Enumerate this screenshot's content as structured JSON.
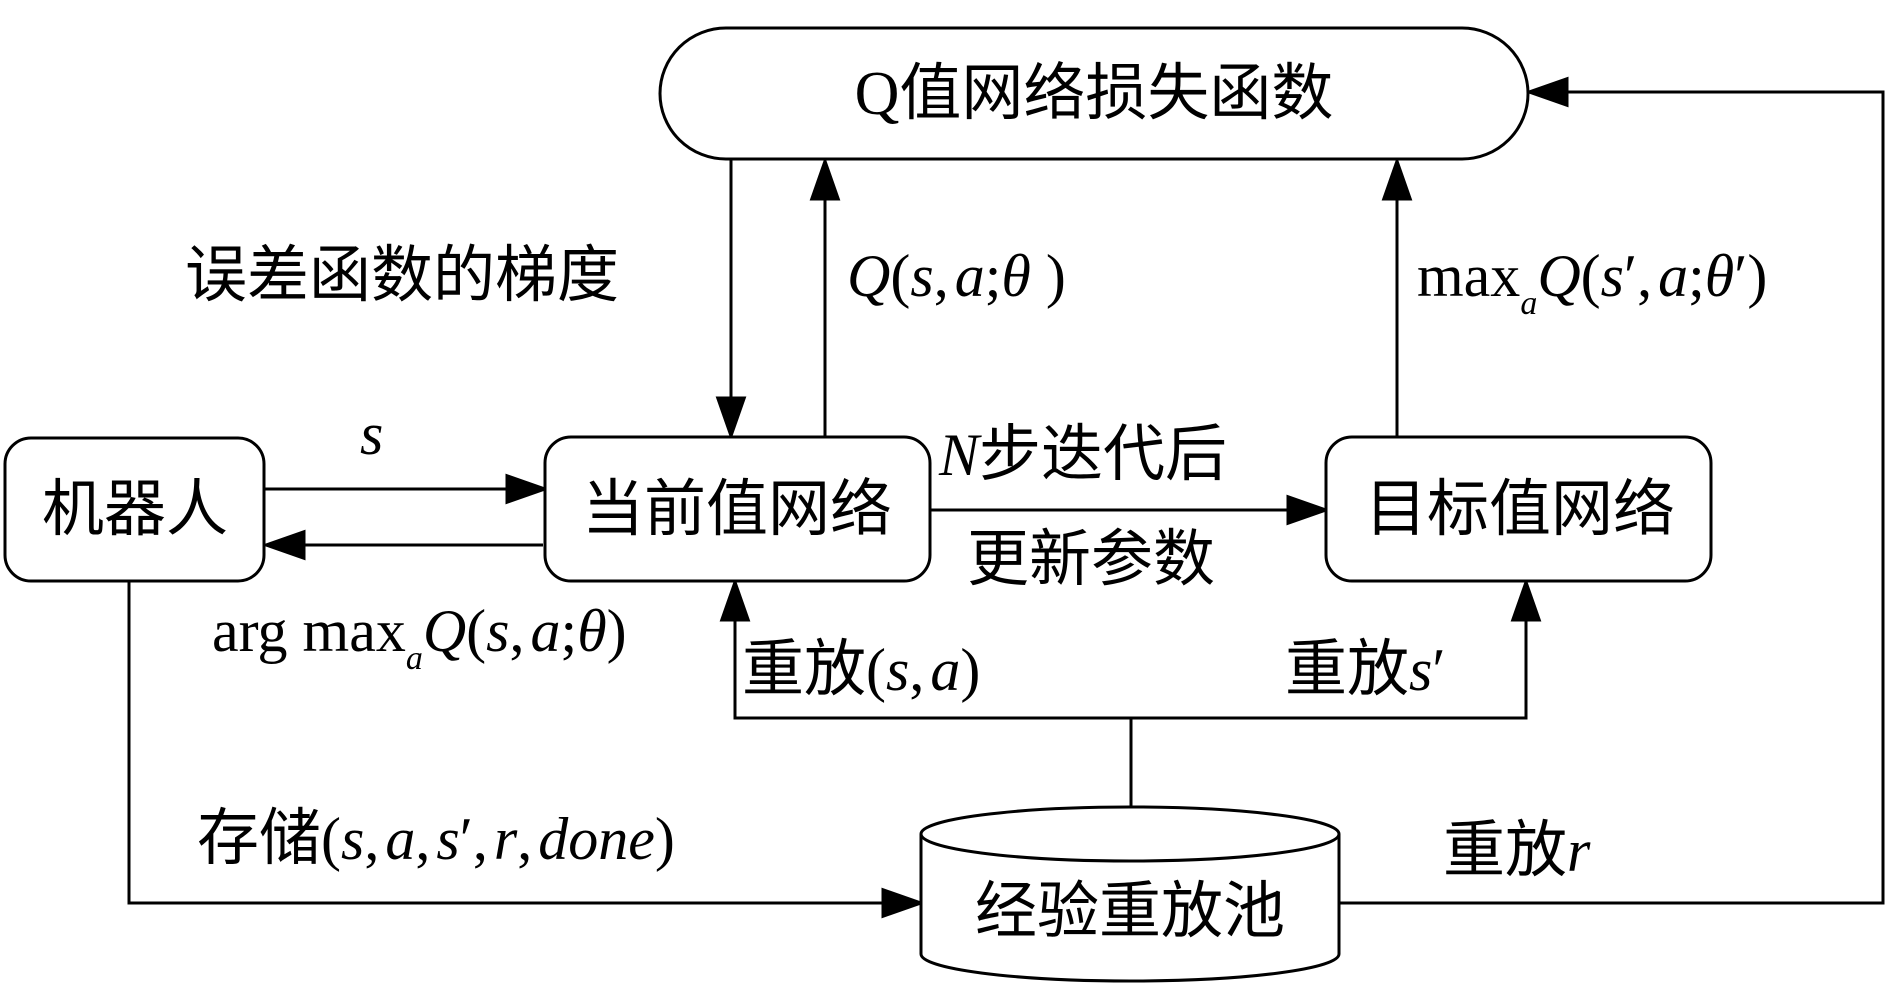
{
  "nodes": {
    "loss": "Q值网络损失函数",
    "robot": "机器人",
    "current": "当前值网络",
    "target": "目标值网络",
    "replay_pool": "经验重放池"
  },
  "edges": {
    "gradient": "误差函数的梯度",
    "q_current": {
      "Q": "Q",
      "open": "(",
      "s": "s",
      "comma": ",",
      "a": "a",
      "semi": ";",
      "theta": "θ",
      "close": " )"
    },
    "q_target": {
      "max": "max",
      "sub": "a",
      "Q": "Q",
      "open": "(",
      "s": "s",
      "prime": "′",
      "comma": ",",
      "a": "a",
      "semi": ";",
      "theta": "θ",
      "theta_prime": "′",
      "close": ")"
    },
    "state": "s",
    "n_step": {
      "N": "N",
      "rest": "步迭代后"
    },
    "update": "更新参数",
    "argmax": {
      "arg": "arg max",
      "sub": "a",
      "Q": "Q",
      "open": "(",
      "s": "s",
      "comma": ",",
      "a": "a",
      "semi": ";",
      "theta": "θ",
      "close": ")"
    },
    "replay_sa": {
      "cn": "重放",
      "open": "(",
      "s": "s",
      "comma": ",",
      "a": "a",
      "close": ")"
    },
    "replay_s": {
      "cn": "重放",
      "s": "s",
      "prime": "′"
    },
    "store": {
      "cn": "存储",
      "open": "(",
      "s": "s",
      "c1": ",",
      "a": "a",
      "c2": ",",
      "s2": "s",
      "prime": "′",
      "c3": ",",
      "r": "r",
      "c4": ",",
      "done": "done",
      "close": ")"
    },
    "replay_r": {
      "cn": "重放",
      "r": "r"
    }
  }
}
